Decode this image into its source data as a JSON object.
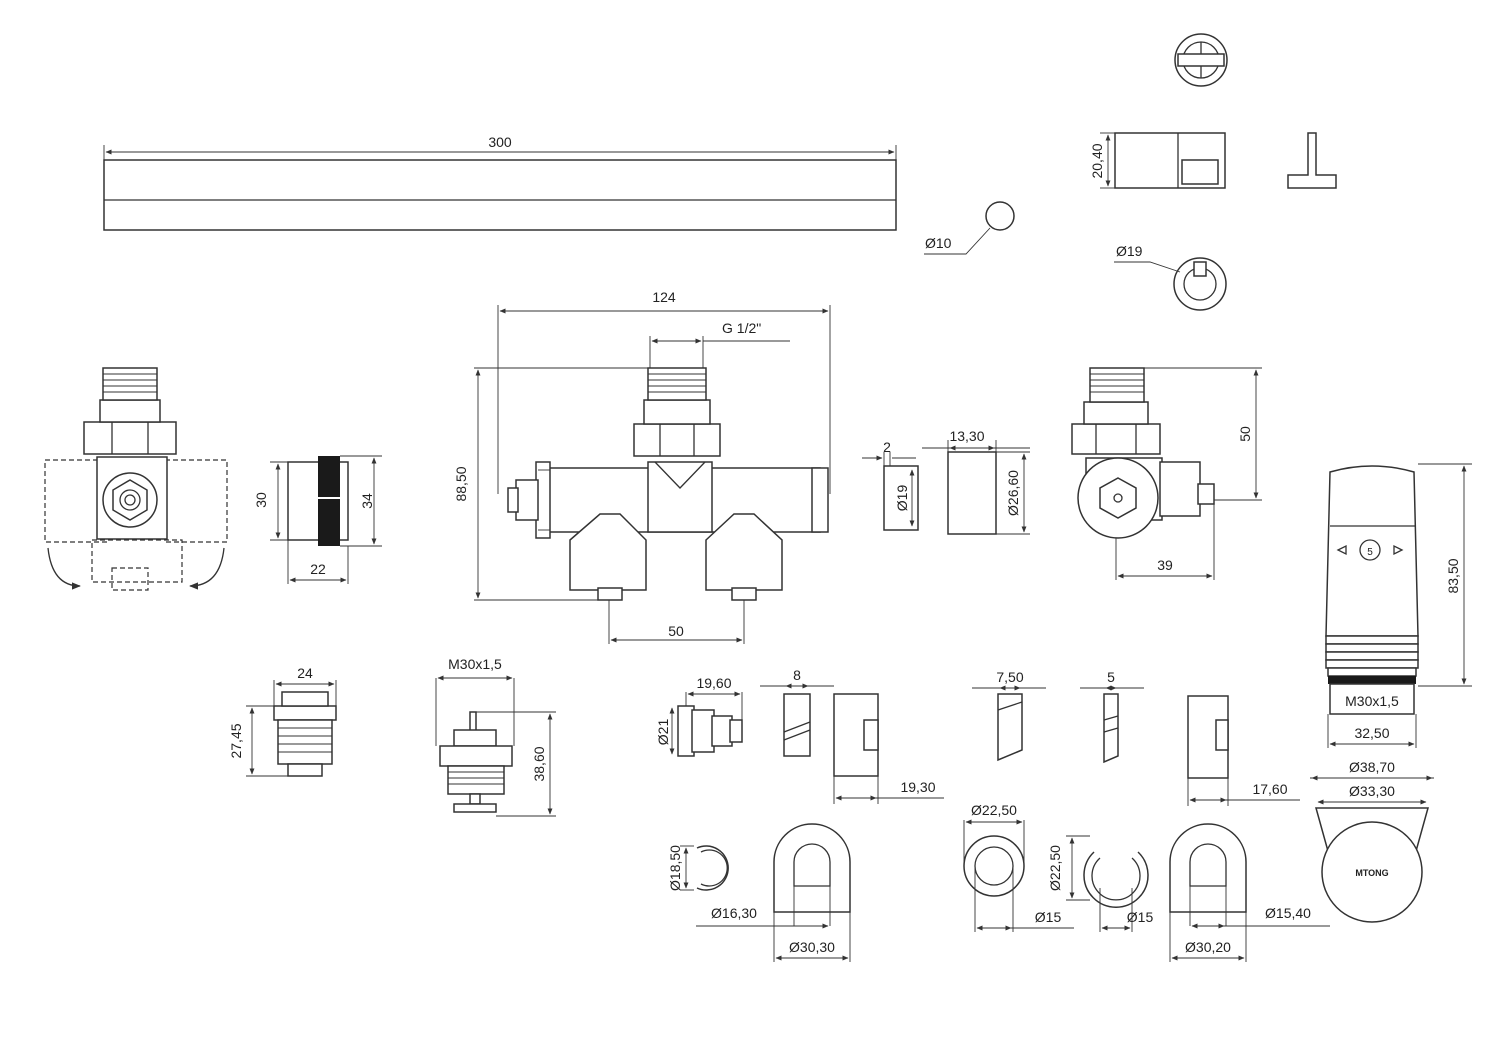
{
  "dimensions": {
    "towel_rail_length": "300",
    "rod_diameter": "Ø10",
    "cap_height": "20,40",
    "ring_diameter": "Ø19",
    "valve_width": "124",
    "thread": "G 1/2\"",
    "valve_height": "88,50",
    "valve_spacing": "50",
    "adapter_width": "30",
    "adapter_outer": "34",
    "adapter_length": "22",
    "washer_thickness": "2",
    "washer_diameter": "Ø19",
    "sleeve_length": "13,30",
    "sleeve_diameter": "Ø26,60",
    "angle_height": "50",
    "angle_width": "39",
    "head_height": "83,50",
    "head_thread": "M30x1,5",
    "head_width": "32,50",
    "nipple_width": "24",
    "nipple_height": "27,45",
    "insert_thread": "M30x1,5",
    "insert_height": "38,60",
    "coupling_length": "19,60",
    "coupling_diameter": "Ø21",
    "ring_a_thickness": "8",
    "rosette_a_depth": "19,30",
    "ring_b_thickness": "7,50",
    "ring_c_thickness": "5",
    "rosette_b_depth": "17,60",
    "head_outer_diameter": "Ø38,70",
    "head_inner_diameter": "Ø33,30",
    "clip_diameter": "Ø18,50",
    "rosette_a_inner": "Ø16,30",
    "rosette_a_outer": "Ø30,30",
    "disc_outer": "Ø22,50",
    "disc_inner": "Ø15",
    "clip_b_diameter": "Ø22,50",
    "clip_b_inner": "Ø15",
    "rosette_b_inner": "Ø15,40",
    "rosette_b_outer": "Ø30,20"
  },
  "brand_label": "MTONG"
}
